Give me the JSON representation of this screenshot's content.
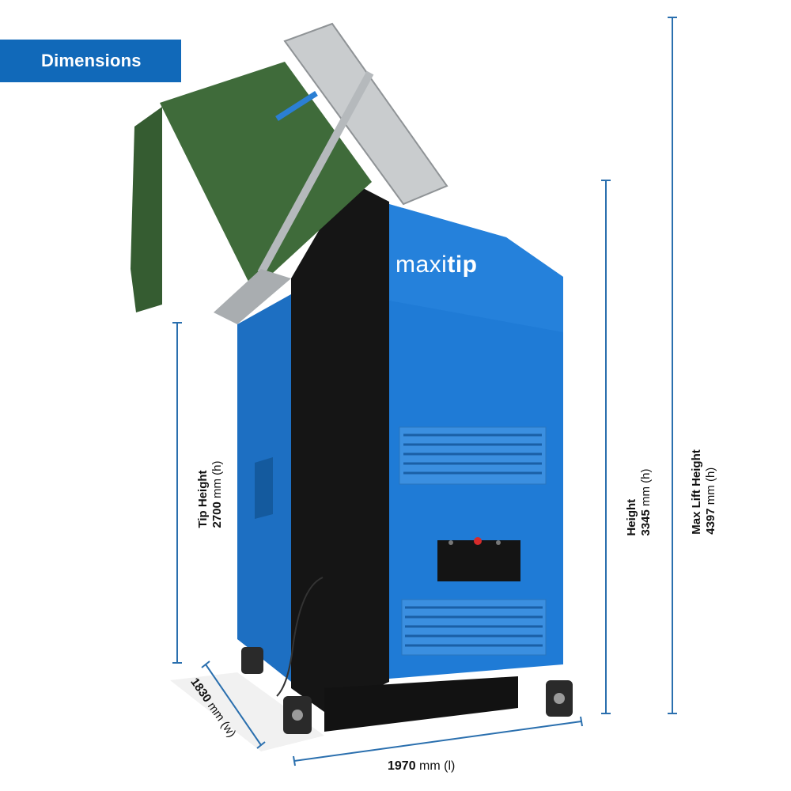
{
  "header": {
    "title": "Dimensions"
  },
  "product": {
    "logo_part1": "maxi",
    "logo_part2": "tip"
  },
  "dimensions": {
    "tip": {
      "name": "Tip Height",
      "value": "2700",
      "unit": " mm (h)"
    },
    "height": {
      "name": "Height",
      "value": "3345",
      "unit": " mm (h)"
    },
    "max_lift": {
      "name": "Max Lift Height",
      "value": "4397",
      "unit": " mm (h)"
    },
    "width": {
      "value": "1830",
      "unit": " mm (w)"
    },
    "length": {
      "value": "1970",
      "unit": " mm (l)"
    }
  },
  "colors": {
    "accent": "#1169b9",
    "machine_blue": "#1f7bd6",
    "frame_black": "#151515",
    "bin_green": "#3f6b3a",
    "steel": "#c9ccce"
  }
}
